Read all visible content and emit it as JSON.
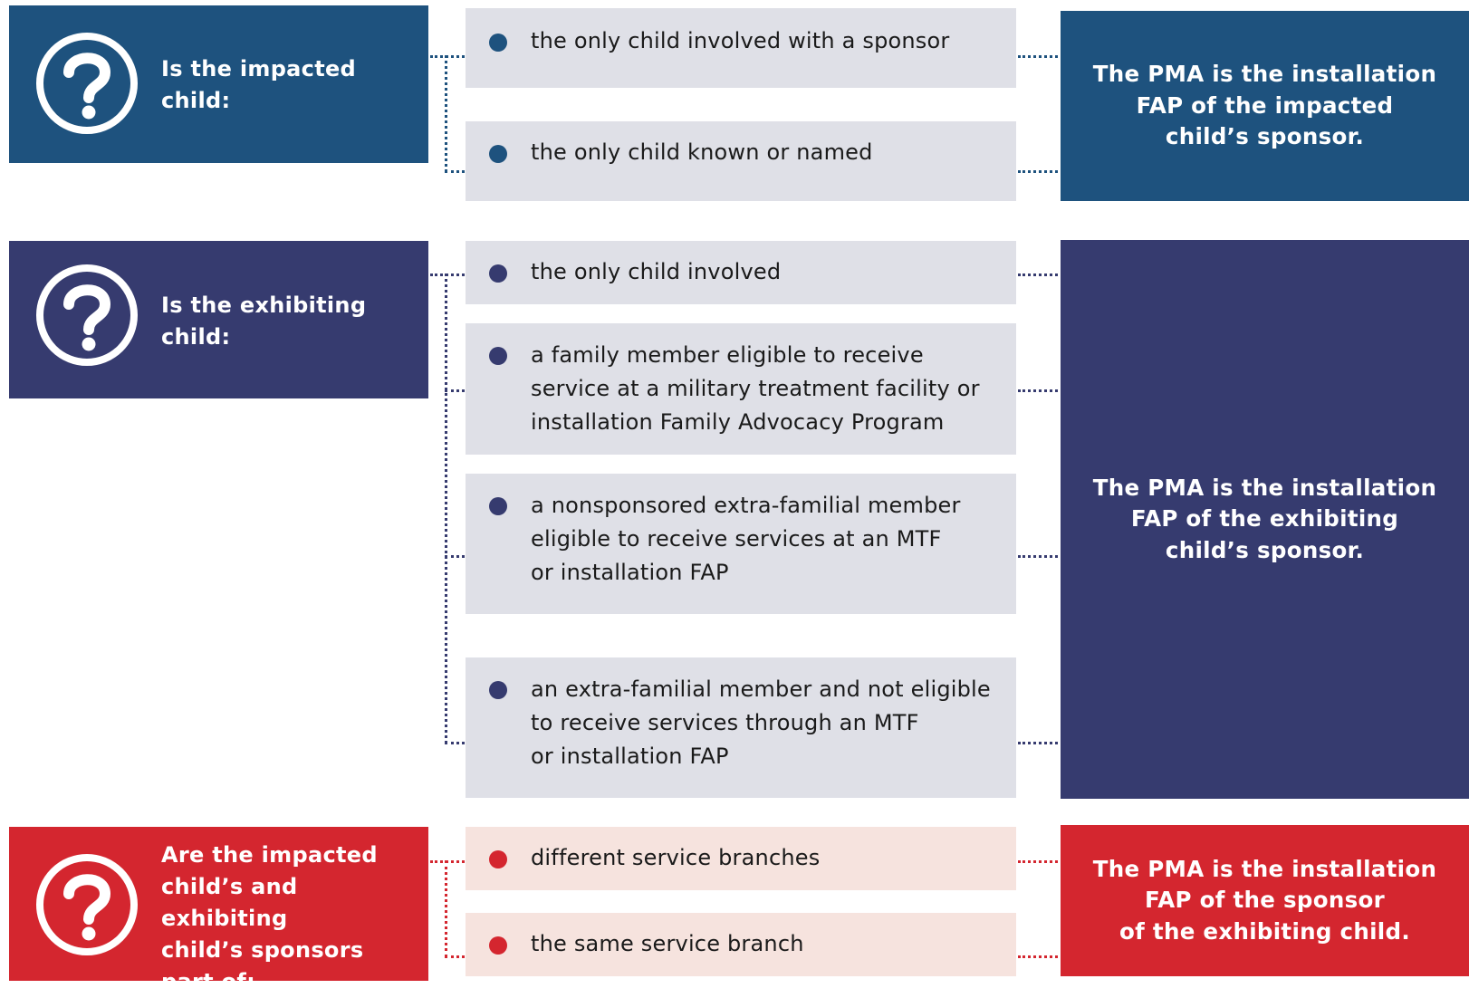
{
  "sections": [
    {
      "question": "Is the impacted child:",
      "question_lines": [
        "Is the impacted",
        "child:"
      ],
      "options": [
        "the only child involved with a sponsor",
        "the only child known or named"
      ],
      "result_lines": [
        "The PMA is the installation",
        "FAP of the impacted",
        "child’s sponsor."
      ],
      "color": "#1e527e",
      "dot_color": "#1e527e"
    },
    {
      "question_lines": [
        "Is the exhibiting",
        "child:"
      ],
      "options": [
        [
          "the only child involved"
        ],
        [
          "a family member eligible to receive",
          "service at a military treatment facility or",
          "installation Family Advocacy Program"
        ],
        [
          "a nonsponsored extra-familial member",
          "eligible to receive services at an MTF",
          "or installation FAP"
        ],
        [
          "an extra-familial member and not eligible",
          "to receive services through an MTF",
          "or installation FAP"
        ]
      ],
      "result_lines": [
        "The PMA is the installation",
        "FAP of the exhibiting",
        "child’s sponsor."
      ],
      "color": "#363b6f",
      "dot_color": "#363b6f"
    },
    {
      "question_lines": [
        "Are the impacted",
        "child’s and exhibiting",
        "child’s sponsors",
        "part of:"
      ],
      "options": [
        "different service branches",
        "the same service branch"
      ],
      "result_lines": [
        "The PMA is the installation",
        "FAP of the sponsor",
        "of the exhibiting child."
      ],
      "color": "#d4262f",
      "dot_color": "#d4262f"
    }
  ],
  "icon": "question-mark-circle-icon"
}
